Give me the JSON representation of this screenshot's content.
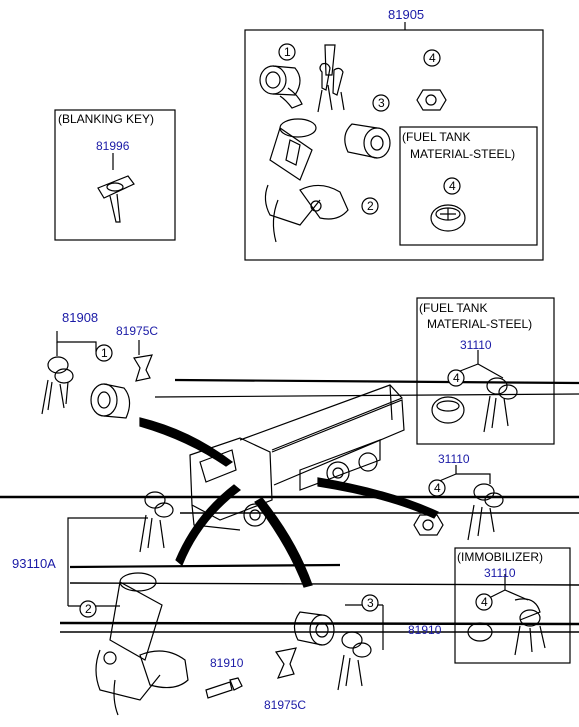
{
  "colors": {
    "ink": "#000000",
    "part_number": "#1a1aa6",
    "background": "#ffffff"
  },
  "part_numbers": {
    "top_assembly": "81905",
    "blanking_key": "81996",
    "left_key_set": "81908",
    "left_clip": "81975C",
    "fuel_tank_right": "31110",
    "truck_right": "31110",
    "immobilizer": "31110",
    "left_assembly": "93110A",
    "bolt": "81910",
    "bottom_clip": "81975C",
    "bottom_right_ref": "81910"
  },
  "boxes": {
    "blanking_key_title": "(BLANKING  KEY)",
    "fuel_tank_top_line1": "(FUEL TANK",
    "fuel_tank_top_line2": "MATERIAL-STEEL)",
    "fuel_tank_right_line1": "(FUEL TANK",
    "fuel_tank_right_line2": "MATERIAL-STEEL)",
    "immobilizer_title": "(IMMOBILIZER)"
  },
  "callouts": {
    "top_1": "1",
    "top_3": "3",
    "top_4": "4",
    "top_2": "2",
    "top_4_fuel": "4",
    "left_1": "1",
    "right_4_fuel": "4",
    "truck_4": "4",
    "left_2": "2",
    "bottom_3": "3",
    "immo_4": "4"
  }
}
